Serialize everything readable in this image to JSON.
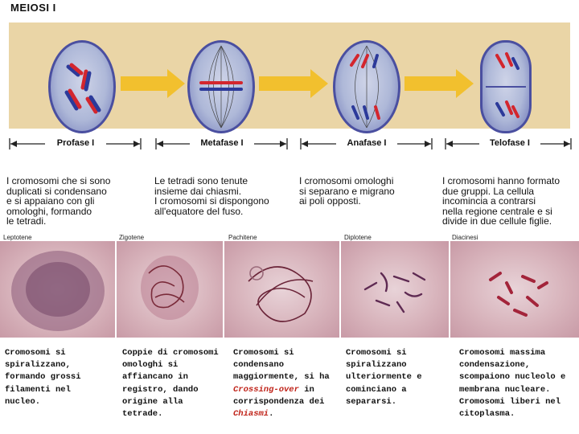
{
  "title": "MEIOSI I",
  "colors": {
    "panel": "#ead5a6",
    "arrow": "#f2c02e",
    "nucleus_border": "#4a4fa0",
    "chrom_red": "#d3262e",
    "chrom_blue": "#2c3a9a"
  },
  "phases": [
    {
      "label": "Profase I",
      "desc": "I cromosomi che si sono\nduplicati si condensano\ne si appaiano con gli\nomologhi, formando\nle tetradi."
    },
    {
      "label": "Metafase I",
      "desc": "Le tetradi sono tenute\ninsieme dai chiasmi.\nI cromosomi si dispongono\nall'equatore del fuso."
    },
    {
      "label": "Anafase I",
      "desc": "I cromosomi omologhi\nsi separano e migrano\nai poli opposti."
    },
    {
      "label": "Telofase I",
      "desc": "I cromosomi hanno formato\ndue gruppi. La cellula\nincomincia a contrarsi\nnella regione centrale e si\ndivide in due cellule figlie."
    }
  ],
  "stages": [
    {
      "name": "Leptotene",
      "caption_pre": "Cromosomi si spiralizzano, formando grossi filamenti nel nucleo.",
      "caption_em1": "",
      "caption_mid": "",
      "caption_em2": "",
      "caption_post": ""
    },
    {
      "name": "Zigotene",
      "caption_pre": "Coppie di cromosomi omologhi si affiancano in registro, dando origine alla tetrade.",
      "caption_em1": "",
      "caption_mid": "",
      "caption_em2": "",
      "caption_post": ""
    },
    {
      "name": "Pachitene",
      "caption_pre": "Cromosomi si condensano maggiormente, si ha",
      "caption_em1": "Crossing-over",
      "caption_mid": "in corrispondenza dei",
      "caption_em2": "Chiasmi",
      "caption_post": "."
    },
    {
      "name": "Diplotene",
      "caption_pre": "Cromosomi si spiralizzano ulteriormente e cominciano a separarsi.",
      "caption_em1": "",
      "caption_mid": "",
      "caption_em2": "",
      "caption_post": ""
    },
    {
      "name": "Diacinesi",
      "caption_pre": "Cromosomi massima condensazione, scompaiono nucleolo e membrana nucleare. Cromosomi liberi nel citoplasma.",
      "caption_em1": "",
      "caption_mid": "",
      "caption_em2": "",
      "caption_post": ""
    }
  ]
}
